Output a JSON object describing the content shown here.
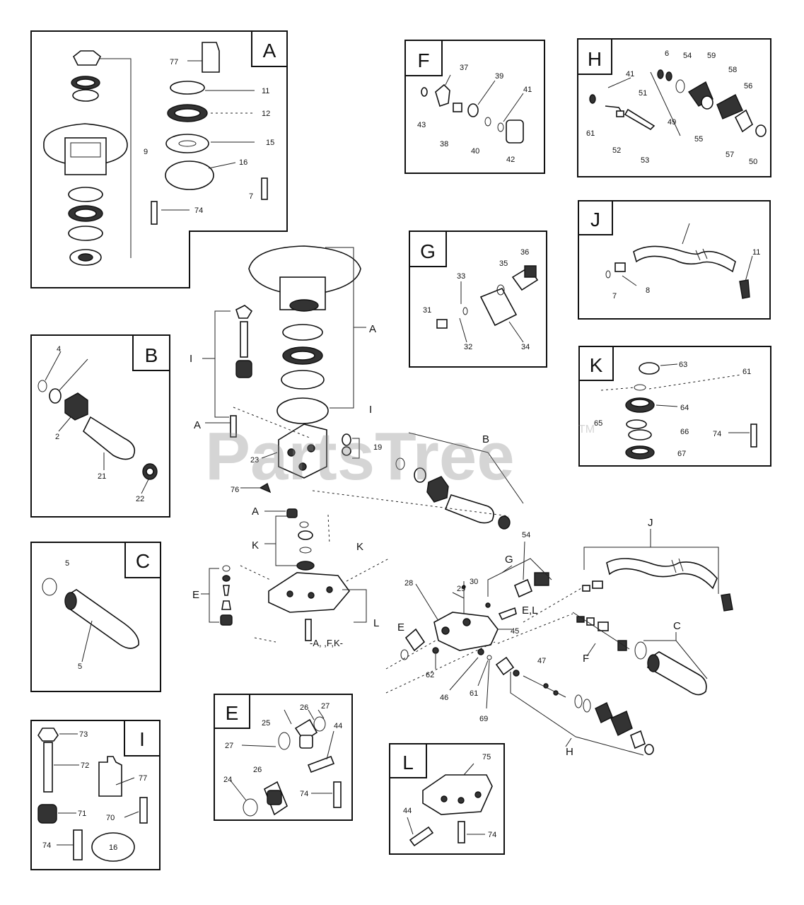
{
  "watermark": "PartsTree",
  "trademark": "TM",
  "panel_letters": {
    "A": "A",
    "F": "F",
    "H": "H",
    "G": "G",
    "J": "J",
    "K": "K",
    "B": "B",
    "C": "C",
    "I": "I",
    "E": "E",
    "L": "L"
  },
  "callouts": {
    "a77": "77",
    "a11": "11",
    "a12": "12",
    "a15": "15",
    "a16": "16",
    "a9": "9",
    "a7": "7",
    "a74": "74",
    "f37": "37",
    "f39": "39",
    "f41a": "41",
    "f43": "43",
    "f38": "38",
    "f40": "40",
    "f42": "42",
    "h6": "6",
    "h54": "54",
    "h59": "59",
    "h41": "41",
    "h51": "51",
    "h58": "58",
    "h56": "56",
    "h61": "61",
    "h52": "52",
    "h53": "53",
    "h55": "55",
    "h57": "57",
    "h50": "50",
    "h49": "49",
    "g35": "35",
    "g36": "36",
    "g33": "33",
    "g31": "31",
    "g32": "32",
    "g34": "34",
    "j7": "7",
    "j8": "8",
    "j11": "11",
    "k63": "63",
    "k61": "61",
    "k65": "65",
    "k64": "64",
    "k66": "66",
    "k74": "74",
    "k67": "67",
    "b4": "4",
    "b2": "2",
    "b21": "21",
    "b22": "22",
    "c5": "5",
    "i73": "73",
    "i72": "72",
    "i77": "77",
    "i71": "71",
    "i70": "70",
    "i74": "74",
    "i16": "16",
    "e26a": "26",
    "e27a": "27",
    "e25": "25",
    "e27b": "27",
    "e44": "44",
    "e24": "24",
    "e26b": "26",
    "e74": "74",
    "l75": "75",
    "l44": "44",
    "l74": "74",
    "m19": "19",
    "m23": "23",
    "m76": "76",
    "m30": "30",
    "m29": "29",
    "m28": "28",
    "m54": "54",
    "m45": "45",
    "m47": "47",
    "m62": "62",
    "m46": "46",
    "m61": "61",
    "m69": "69",
    "mA1": "A",
    "mI1": "I",
    "mA2": "A",
    "mB": "B",
    "mA3": "A",
    "mK1": "K",
    "mE1": "E",
    "mK2": "K",
    "mL": "L",
    "mAFK": "-A, ,F,K-",
    "mF2": "F",
    "mI2": "I",
    "mG": "G",
    "mEL": "E,L",
    "mE2": "E",
    "mJ": "J",
    "mC": "C",
    "mH": "H"
  }
}
